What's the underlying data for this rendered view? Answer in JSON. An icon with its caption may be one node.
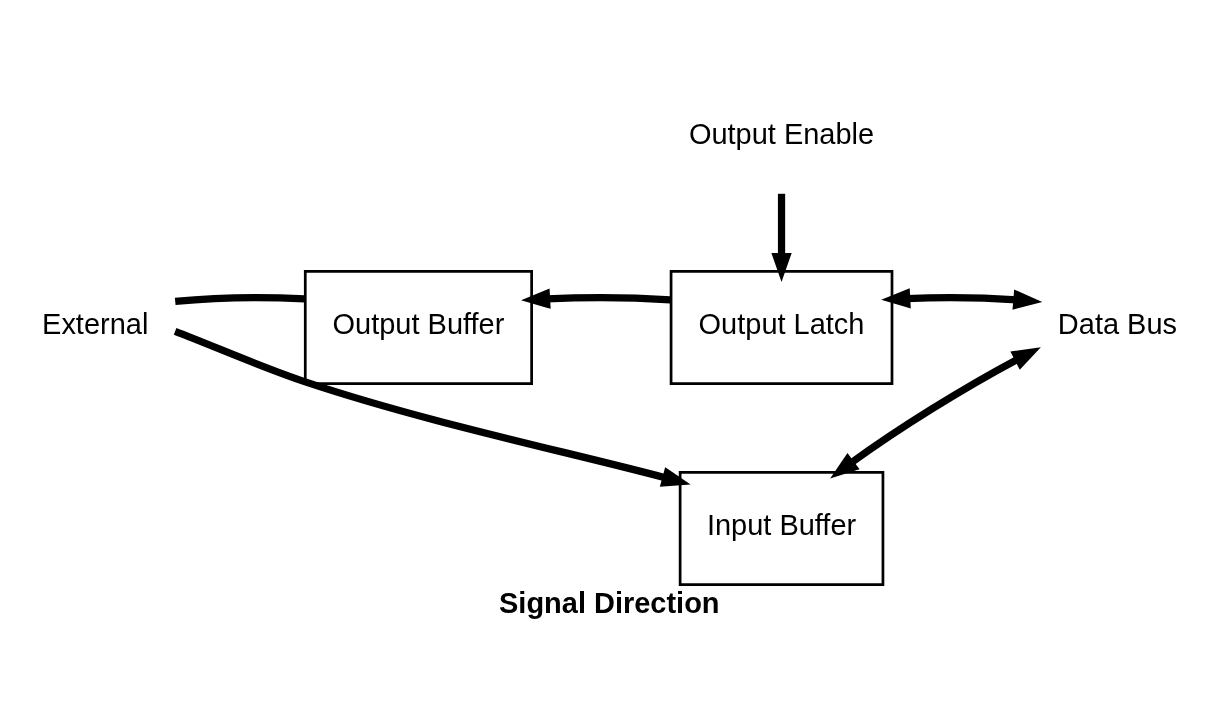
{
  "diagram": {
    "caption": "Signal Direction",
    "nodes": [
      {
        "text": [
          "External"
        ]
      },
      {
        "text": [
          "Output Buffer"
        ]
      },
      {
        "text": [
          "Output Latch"
        ]
      },
      {
        "text": [
          "Input Buffer"
        ]
      },
      {
        "text": [
          "Output Enable"
        ]
      },
      {
        "text": [
          "Data Bus"
        ]
      }
    ],
    "edges": [
      {
        "from": 0,
        "to": 1,
        "arrow": "none"
      },
      {
        "from": 0,
        "to": 3,
        "arrow": "to"
      },
      {
        "from": 2,
        "to": 1,
        "arrow": "to"
      },
      {
        "from": 4,
        "to": 2,
        "arrow": "to"
      },
      {
        "from": 2,
        "to": 5,
        "arrow": "both"
      },
      {
        "from": 3,
        "to": 5,
        "arrow": "both"
      }
    ]
  }
}
